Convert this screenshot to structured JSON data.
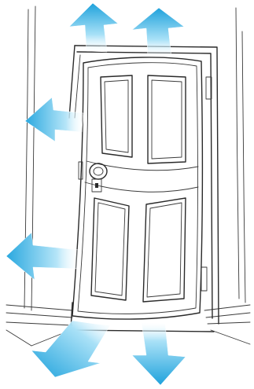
{
  "colors": {
    "arrow_light": "#c4ecfb",
    "arrow_dark": "#1fa2dc",
    "ink": "#2a2a2a",
    "background": "#ffffff"
  },
  "illustration": {
    "subject": "door-icon",
    "arrows": [
      {
        "name": "arrow-top-left",
        "direction": "up"
      },
      {
        "name": "arrow-top-right",
        "direction": "up"
      },
      {
        "name": "arrow-left-upper",
        "direction": "left"
      },
      {
        "name": "arrow-left-lower",
        "direction": "left"
      },
      {
        "name": "arrow-bottom-left",
        "direction": "down-left"
      },
      {
        "name": "arrow-bottom-right",
        "direction": "down"
      }
    ]
  }
}
